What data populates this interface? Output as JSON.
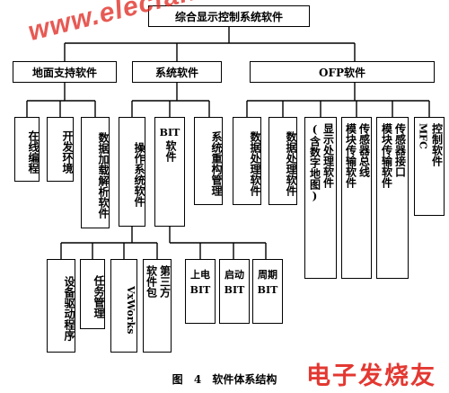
{
  "root": "综合显示控制系统软件",
  "level1": {
    "ground": "地面支持软件",
    "system": "系统软件",
    "ofp": "OFP软件"
  },
  "ground_children": {
    "online": "在线编程",
    "devenv": "开发环境",
    "dataload": "数据加载解析软件"
  },
  "system_children": {
    "os": "操作系统软件",
    "bit_line1": "BIT",
    "bit_line2": "软件",
    "reconfig": "系统重构管理"
  },
  "ofp_children": {
    "dp1": "数据处理软件",
    "dp2": "数据处理软件",
    "display_line1": "显示处理软件",
    "display_line2": "(含数字地图)",
    "bus_line1": "传感器总线",
    "bus_line2": "模块传输软件",
    "iface_line1": "传感器接口",
    "iface_line2": "模块传输软件",
    "ctrl_line1": "控制软件",
    "ctrl_line2": "MFC"
  },
  "os_children": {
    "driver": "设备驱动程序",
    "task": "任务管理",
    "vxworks": "VxWorks",
    "thirdparty_line1": "第三方",
    "thirdparty_line2": "软件包"
  },
  "bit_children": {
    "poweron_cn": "上电",
    "poweron_bit": "BIT",
    "startup_cn": "启动",
    "startup_bit": "BIT",
    "periodic_cn": "周期",
    "periodic_bit": "BIT"
  },
  "caption": "图 4  软件体系结构",
  "watermark": {
    "en": "www.elecfans.com",
    "cn": "电子发烧友",
    "color": "#e0231b"
  }
}
